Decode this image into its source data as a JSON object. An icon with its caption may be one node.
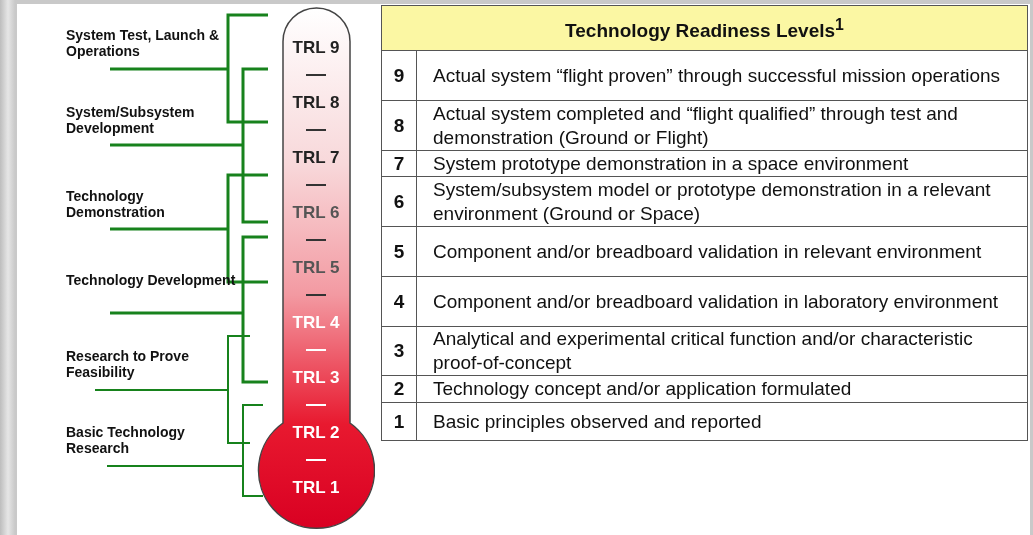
{
  "diagram": {
    "title": "Technology Readiness Levels$^{1}$",
    "nodes": [
      {
        "text": [
          "TRL 9",
          "TRL 8",
          "TRL 7",
          "TRL 6",
          "TRL 5",
          "TRL 4",
          "TRL 3",
          "TRL 2",
          "TRL 1"
        ]
      }
    ],
    "labels": [
      "System Test, Launch & Operations",
      "System/Subsystem Development",
      "Technology Demonstration",
      "Technology Development",
      "Research to Prove Feasibility",
      "Basic Technology Research",
      "9",
      "Actual system “flight proven” through successful mission operations",
      "8",
      "Actual system completed and “flight qualified” through test and demonstration (Ground or Flight)",
      "7",
      "System prototype demonstration in a space environment",
      "6",
      "System/subsystem model or prototype demonstration in a relevant environment (Ground or Space)",
      "5",
      "Component and/or breadboard validation in relevant environment",
      "4",
      "Component and/or breadboard validation in laboratory environment",
      "3",
      "Analytical and experimental critical function and/or characteristic proof-of-concept",
      "2",
      "Technology concept and/or application formulated",
      "1",
      "Basic principles observed and reported"
    ]
  }
}
